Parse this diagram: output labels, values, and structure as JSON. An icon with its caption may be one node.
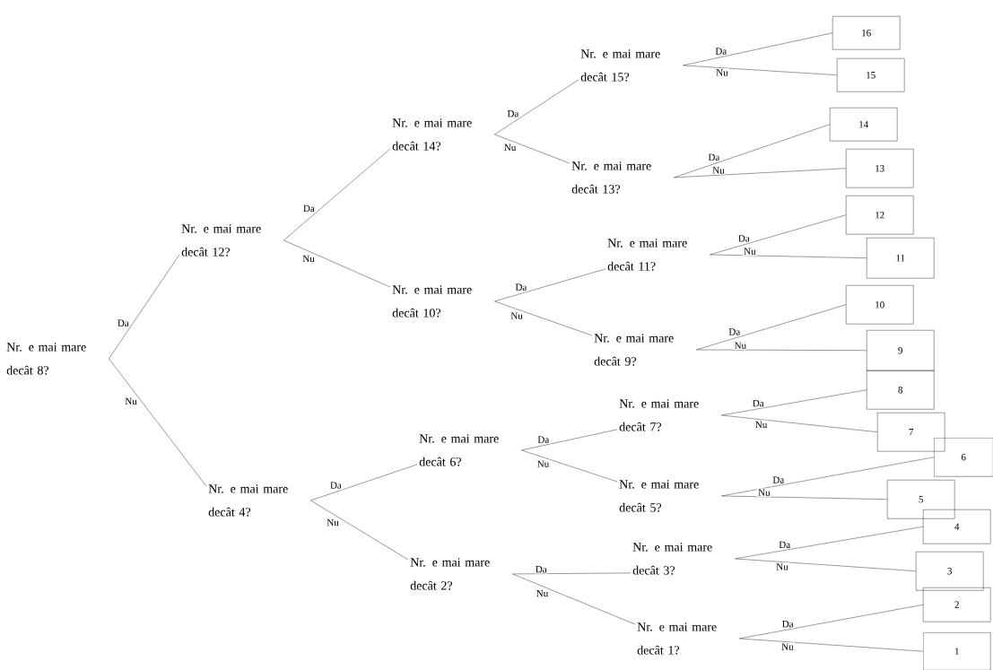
{
  "diagram": {
    "nodes": [
      {
        "text": [
          "Nr. e mai mare decât 8?"
        ]
      },
      {
        "text": [
          "Nr. e mai mare decât 12?"
        ]
      },
      {
        "text": [
          "Nr. e mai mare decât 14?"
        ]
      },
      {
        "text": [
          "Nr. e mai mare decât 15?"
        ]
      },
      {
        "text": [
          "16"
        ]
      },
      {
        "text": [
          "15"
        ]
      },
      {
        "text": [
          "Nr. e mai mare decât 13?"
        ]
      },
      {
        "text": [
          "14"
        ]
      },
      {
        "text": [
          "13"
        ]
      },
      {
        "text": [
          "Nr. e mai mare decât 10?"
        ]
      },
      {
        "text": [
          "Nr. e mai mare decât 11?"
        ]
      },
      {
        "text": [
          "12"
        ]
      },
      {
        "text": [
          "11"
        ]
      },
      {
        "text": [
          "Nr. e mai mare decât 9?"
        ]
      },
      {
        "text": [
          "10"
        ]
      },
      {
        "text": [
          "9"
        ]
      },
      {
        "text": [
          "Nr. e mai mare decât 4?"
        ]
      },
      {
        "text": [
          "Nr. e mai mare decât 6?"
        ]
      },
      {
        "text": [
          "Nr. e mai mare decât 7?"
        ]
      },
      {
        "text": [
          "8"
        ]
      },
      {
        "text": [
          "7"
        ]
      },
      {
        "text": [
          "Nr. e mai mare decât 5?"
        ]
      },
      {
        "text": [
          "6"
        ]
      },
      {
        "text": [
          "5"
        ]
      },
      {
        "text": [
          "Nr. e mai mare decât 2?"
        ]
      },
      {
        "text": [
          "Nr. e mai mare decât 3?"
        ]
      },
      {
        "text": [
          "4"
        ]
      },
      {
        "text": [
          "3"
        ]
      },
      {
        "text": [
          "Nr. e mai mare decât 1?"
        ]
      },
      {
        "text": [
          "2"
        ]
      },
      {
        "text": [
          "1"
        ]
      }
    ],
    "edges": [
      {
        "from": 0,
        "to": 1,
        "arrow": "none",
        "label": "Da"
      },
      {
        "from": 0,
        "to": 16,
        "arrow": "none",
        "label": "Nu"
      },
      {
        "from": 1,
        "to": 2,
        "arrow": "none",
        "label": "Da"
      },
      {
        "from": 1,
        "to": 9,
        "arrow": "none",
        "label": "Nu"
      },
      {
        "from": 2,
        "to": 3,
        "arrow": "none",
        "label": "Da"
      },
      {
        "from": 2,
        "to": 6,
        "arrow": "none",
        "label": "Nu"
      },
      {
        "from": 3,
        "to": 4,
        "arrow": "none",
        "label": "Da"
      },
      {
        "from": 3,
        "to": 5,
        "arrow": "none",
        "label": "Nu"
      },
      {
        "from": 6,
        "to": 7,
        "arrow": "none",
        "label": "Da"
      },
      {
        "from": 6,
        "to": 8,
        "arrow": "none",
        "label": "Nu"
      },
      {
        "from": 9,
        "to": 10,
        "arrow": "none",
        "label": "Da"
      },
      {
        "from": 9,
        "to": 13,
        "arrow": "none",
        "label": "Nu"
      },
      {
        "from": 10,
        "to": 11,
        "arrow": "none",
        "label": "Da"
      },
      {
        "from": 10,
        "to": 12,
        "arrow": "none",
        "label": "Nu"
      },
      {
        "from": 13,
        "to": 14,
        "arrow": "none",
        "label": "Da"
      },
      {
        "from": 13,
        "to": 15,
        "arrow": "none",
        "label": "Nu"
      },
      {
        "from": 16,
        "to": 17,
        "arrow": "none",
        "label": "Da"
      },
      {
        "from": 16,
        "to": 24,
        "arrow": "none",
        "label": "Nu"
      },
      {
        "from": 17,
        "to": 18,
        "arrow": "none",
        "label": "Da"
      },
      {
        "from": 17,
        "to": 21,
        "arrow": "none",
        "label": "Nu"
      },
      {
        "from": 18,
        "to": 19,
        "arrow": "none",
        "label": "Da"
      },
      {
        "from": 18,
        "to": 20,
        "arrow": "none",
        "label": "Nu"
      },
      {
        "from": 21,
        "to": 22,
        "arrow": "none",
        "label": "Da"
      },
      {
        "from": 21,
        "to": 23,
        "arrow": "none",
        "label": "Nu"
      },
      {
        "from": 24,
        "to": 25,
        "arrow": "none",
        "label": "Da"
      },
      {
        "from": 24,
        "to": 28,
        "arrow": "none",
        "label": "Nu"
      },
      {
        "from": 25,
        "to": 26,
        "arrow": "none",
        "label": "Da"
      },
      {
        "from": 25,
        "to": 27,
        "arrow": "none",
        "label": "Nu"
      },
      {
        "from": 28,
        "to": 29,
        "arrow": "none",
        "label": "Da"
      },
      {
        "from": 28,
        "to": 30,
        "arrow": "none",
        "label": "Nu"
      }
    ]
  }
}
